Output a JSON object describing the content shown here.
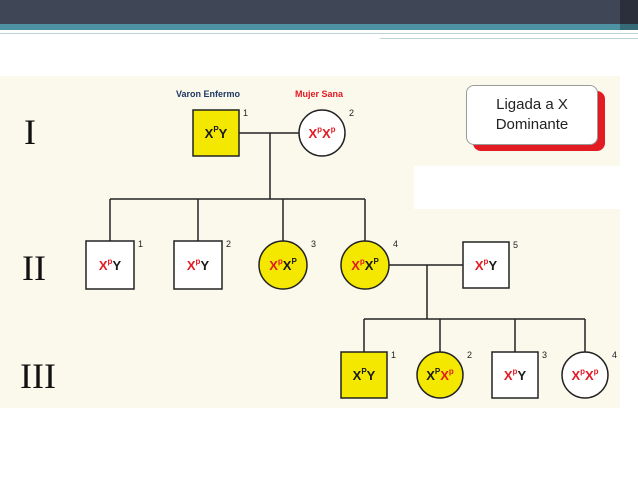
{
  "generations": [
    "I",
    "II",
    "III"
  ],
  "legend": {
    "line1": "Ligada a X",
    "line2": "Dominante"
  },
  "labels": {
    "varon_enfermo": "Varon Enfermo",
    "mujer_sana": "Mujer Sana"
  },
  "colors": {
    "affected_fill": "#f4e700",
    "unaffected_fill": "#ffffff",
    "x_dominant": "#e31b23",
    "x_recessive": "#1a1a1a",
    "y_chromosome": "#1a1a1a",
    "header_male": "#1f3864",
    "header_female": "#e31b23",
    "legend_shadow": "#e31b23"
  },
  "individuals": [
    {
      "id": "I-1",
      "number": "1",
      "sex": "male",
      "affected": true,
      "x1": "X",
      "x1_sup": "P",
      "x1_color": "dark",
      "x2": "Y",
      "x2_sup": "",
      "x2_color": "dark"
    },
    {
      "id": "I-2",
      "number": "2",
      "sex": "female",
      "affected": false,
      "x1": "X",
      "x1_sup": "p",
      "x1_color": "red",
      "x2": "X",
      "x2_sup": "p",
      "x2_color": "red"
    },
    {
      "id": "II-1",
      "number": "1",
      "sex": "male",
      "affected": false,
      "x1": "X",
      "x1_sup": "p",
      "x1_color": "red",
      "x2": "Y",
      "x2_sup": "",
      "x2_color": "dark"
    },
    {
      "id": "II-2",
      "number": "2",
      "sex": "male",
      "affected": false,
      "x1": "X",
      "x1_sup": "p",
      "x1_color": "red",
      "x2": "Y",
      "x2_sup": "",
      "x2_color": "dark"
    },
    {
      "id": "II-3",
      "number": "3",
      "sex": "female",
      "affected": true,
      "x1": "X",
      "x1_sup": "p",
      "x1_color": "red",
      "x2": "X",
      "x2_sup": "P",
      "x2_color": "dark"
    },
    {
      "id": "II-4",
      "number": "4",
      "sex": "female",
      "affected": true,
      "x1": "X",
      "x1_sup": "p",
      "x1_color": "red",
      "x2": "X",
      "x2_sup": "P",
      "x2_color": "dark"
    },
    {
      "id": "II-5",
      "number": "5",
      "sex": "male",
      "affected": false,
      "x1": "X",
      "x1_sup": "p",
      "x1_color": "red",
      "x2": "Y",
      "x2_sup": "",
      "x2_color": "dark"
    },
    {
      "id": "III-1",
      "number": "1",
      "sex": "male",
      "affected": true,
      "x1": "X",
      "x1_sup": "P",
      "x1_color": "dark",
      "x2": "Y",
      "x2_sup": "",
      "x2_color": "dark"
    },
    {
      "id": "III-2",
      "number": "2",
      "sex": "female",
      "affected": true,
      "x1": "X",
      "x1_sup": "P",
      "x1_color": "dark",
      "x2": "X",
      "x2_sup": "p",
      "x2_color": "red"
    },
    {
      "id": "III-3",
      "number": "3",
      "sex": "male",
      "affected": false,
      "x1": "X",
      "x1_sup": "p",
      "x1_color": "red",
      "x2": "Y",
      "x2_sup": "",
      "x2_color": "dark"
    },
    {
      "id": "III-4",
      "number": "4",
      "sex": "female",
      "affected": false,
      "x1": "X",
      "x1_sup": "p",
      "x1_color": "red",
      "x2": "X",
      "x2_sup": "p",
      "x2_color": "red"
    }
  ]
}
